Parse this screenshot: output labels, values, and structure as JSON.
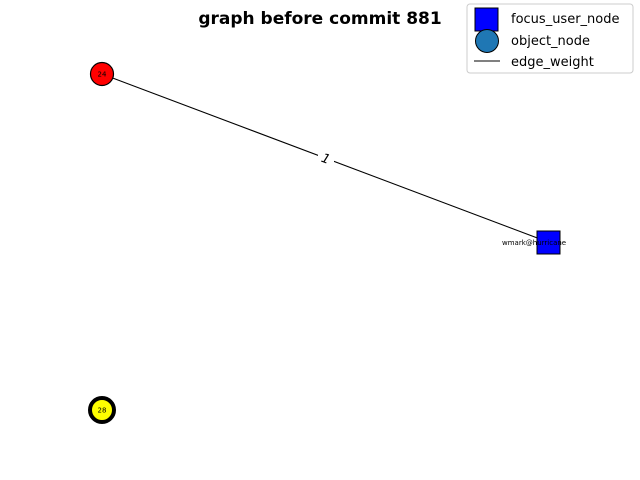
{
  "title": "graph before commit 881",
  "legend": {
    "focus_user_node": "focus_user_node",
    "object_node": "object_node",
    "edge_weight": "edge_weight"
  },
  "nodes": {
    "n24": {
      "label": "24",
      "fill": "#ff0000",
      "kind": "object_node"
    },
    "n28": {
      "label": "28",
      "fill": "#ffff00",
      "kind": "object_node"
    },
    "user": {
      "label": "wmark@hurricane",
      "fill": "#0000ff",
      "kind": "focus_user_node"
    }
  },
  "edges": [
    {
      "from": "n24",
      "to": "user",
      "weight": "1"
    }
  ],
  "colors": {
    "focus_user_node": "#0000ff",
    "object_node": "#1f77b4",
    "edge": "#000000"
  }
}
